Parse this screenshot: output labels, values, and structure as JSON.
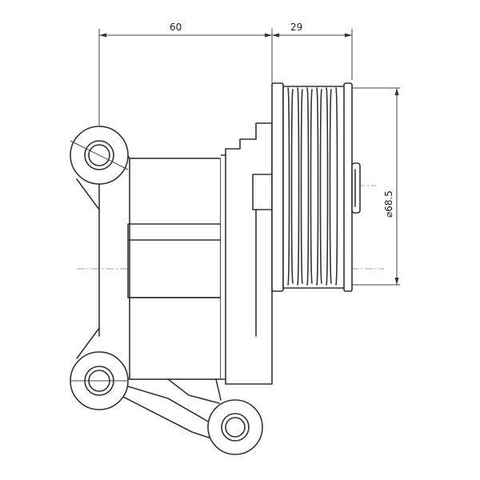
{
  "dimensions": {
    "width_label": "60",
    "depth_label": "29",
    "diameter_label": "⌀68.5"
  },
  "colors": {
    "line": "#333333",
    "centerline": "#888888",
    "background": "#ffffff"
  }
}
